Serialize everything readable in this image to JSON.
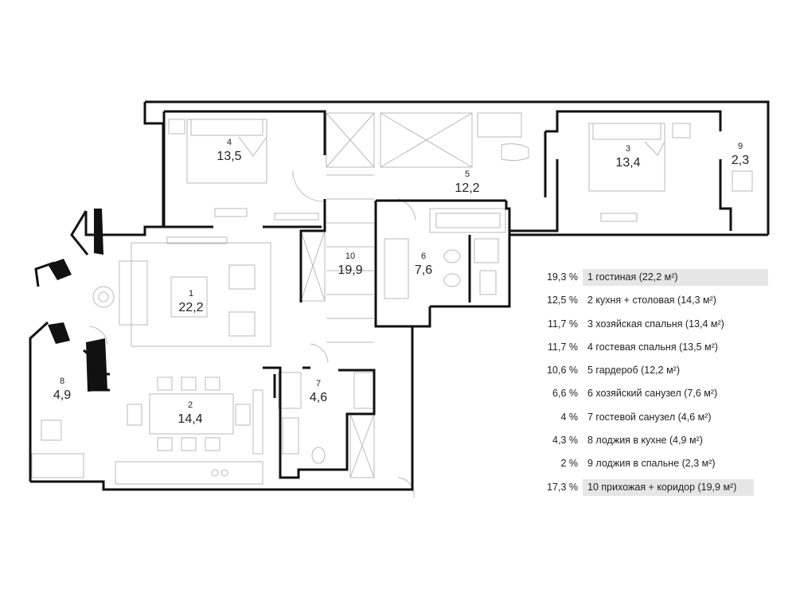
{
  "rooms": [
    {
      "num": "1",
      "area": "22,2"
    },
    {
      "num": "2",
      "area": "14,4"
    },
    {
      "num": "3",
      "area": "13,4"
    },
    {
      "num": "4",
      "area": "13,5"
    },
    {
      "num": "5",
      "area": "12,2"
    },
    {
      "num": "6",
      "area": "7,6"
    },
    {
      "num": "7",
      "area": "4,6"
    },
    {
      "num": "8",
      "area": "4,9"
    },
    {
      "num": "9",
      "area": "2,3"
    },
    {
      "num": "10",
      "area": "19,9"
    }
  ],
  "legend": [
    {
      "pct": "19,3 %",
      "label": "1 гостиная (22,2 м²)",
      "highlight": true
    },
    {
      "pct": "12,5 %",
      "label": "2 кухня + столовая (14,3 м²)",
      "highlight": false
    },
    {
      "pct": "11,7 %",
      "label": "3 хозяйская спальня (13,4 м²)",
      "highlight": false
    },
    {
      "pct": "11,7 %",
      "label": "4 гостевая спальня (13,5 м²)",
      "highlight": false
    },
    {
      "pct": "10,6 %",
      "label": "5 гардероб (12,2 м²)",
      "highlight": false
    },
    {
      "pct": "6,6 %",
      "label": "6 хозяйский санузел (7,6 м²)",
      "highlight": false
    },
    {
      "pct": "4 %",
      "label": "7 гостевой санузел (4,6 м²)",
      "highlight": false
    },
    {
      "pct": "4,3 %",
      "label": "8 лоджия в кухне (4,9 м²)",
      "highlight": false
    },
    {
      "pct": "2 %",
      "label": "9 лоджия в спальне (2,3 м²)",
      "highlight": false
    },
    {
      "pct": "17,3 %",
      "label": "10 прихожая + коридор (19,9 м²)",
      "highlight": true
    }
  ],
  "colors": {
    "wall": "#111111",
    "furniture": "#b8b8b8",
    "highlight": "#e6e6e6"
  }
}
